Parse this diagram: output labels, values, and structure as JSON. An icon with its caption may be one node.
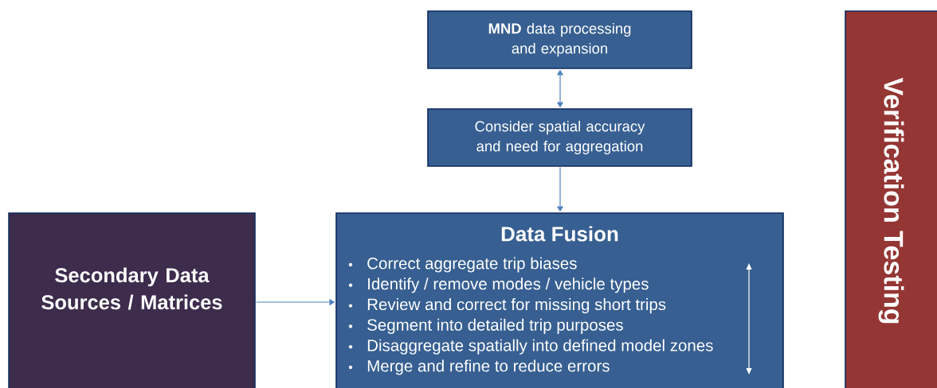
{
  "diagram": {
    "nodes": [
      {
        "text": [
          "**MND** data processing and expansion"
        ]
      },
      {
        "text": [
          "Consider spatial accuracy and need for aggregation"
        ]
      },
      {
        "text": [
          "Data Fusion",
          "Correct aggregate trip biases",
          "Identify / remove modes / vehicle types",
          "Review and correct for missing short trips",
          "Segment into detailed trip purposes",
          "Disaggregate spatially into defined model zones",
          "Merge and refine to reduce errors"
        ]
      },
      {
        "text": [
          "Secondary Data Sources / Matrices"
        ]
      },
      {
        "text": [
          "Verification Testing"
        ]
      }
    ],
    "edges": [
      {
        "from": 0,
        "to": 1,
        "arrow": "both"
      },
      {
        "from": 1,
        "to": 2,
        "arrow": "to"
      },
      {
        "from": 3,
        "to": 2,
        "arrow": "to"
      }
    ]
  }
}
